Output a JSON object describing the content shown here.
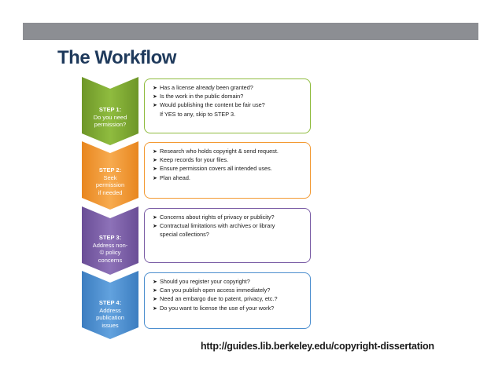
{
  "title": "The Workflow",
  "url": "http://guides.lib.berkeley.edu/copyright-dissertation",
  "colors": {
    "topbar": "#8c8e93",
    "title": "#1f3a5c",
    "step1": "#7fa832",
    "step2": "#f39a33",
    "step3": "#7b5ea6",
    "step4": "#4d8fcf"
  },
  "bullet_icon": "arrow-bullet-icon",
  "steps": [
    {
      "head": "STEP 1:",
      "body": [
        "Do you need",
        "permission?"
      ],
      "bullets": [
        {
          "text": "Has a license already been granted?"
        },
        {
          "text": "Is the work in the public domain?"
        },
        {
          "text": "Would publishing the content be fair use?",
          "cont": "If YES to any, skip to STEP 3."
        }
      ]
    },
    {
      "head": "STEP 2:",
      "body": [
        "Seek",
        "permission",
        "if needed"
      ],
      "bullets": [
        {
          "text": "Research who holds copyright & send request."
        },
        {
          "text": "Keep records for your files."
        },
        {
          "text": "Ensure permission covers all intended uses."
        },
        {
          "text": "Plan ahead."
        }
      ]
    },
    {
      "head": "STEP 3:",
      "body": [
        "Address non-",
        "© policy",
        "concerns"
      ],
      "bullets": [
        {
          "text": "Concerns about rights of privacy or publicity?"
        },
        {
          "text": "Contractual limitations with archives or library",
          "cont": "special collections?"
        }
      ]
    },
    {
      "head": "STEP 4:",
      "body": [
        "Address",
        "publication",
        "issues"
      ],
      "bullets": [
        {
          "text": "Should you register your copyright?"
        },
        {
          "text": "Can you publish open access immediately?"
        },
        {
          "text": "Need an embargo due to patent, privacy, etc.?"
        },
        {
          "text": "Do you want to license the use of your work?"
        }
      ]
    }
  ]
}
